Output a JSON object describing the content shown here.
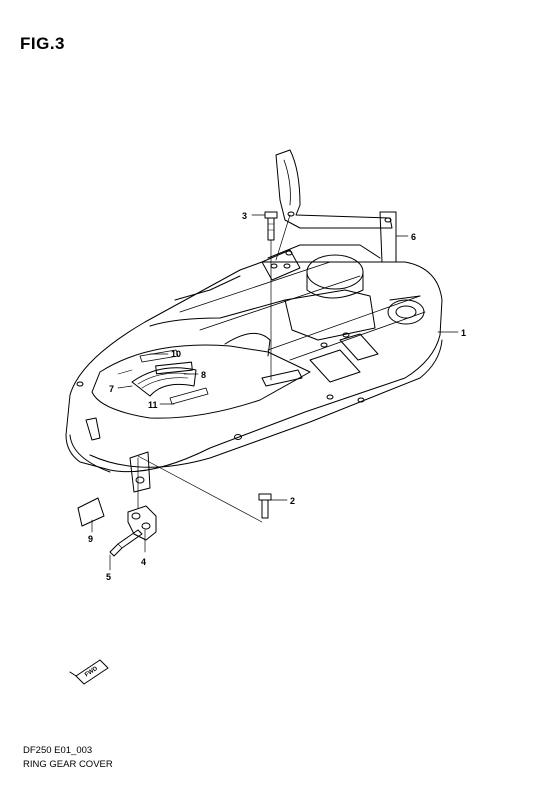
{
  "figure": {
    "title": "FIG.3"
  },
  "callouts": [
    {
      "num": "1"
    },
    {
      "num": "2"
    },
    {
      "num": "3"
    },
    {
      "num": "4"
    },
    {
      "num": "5"
    },
    {
      "num": "6"
    },
    {
      "num": "7"
    },
    {
      "num": "8"
    },
    {
      "num": "9"
    },
    {
      "num": "10"
    },
    {
      "num": "11"
    }
  ],
  "direction_marker": {
    "label": "FWD"
  },
  "footer": {
    "code": "DF250 E01_003",
    "title": "RING GEAR COVER"
  }
}
